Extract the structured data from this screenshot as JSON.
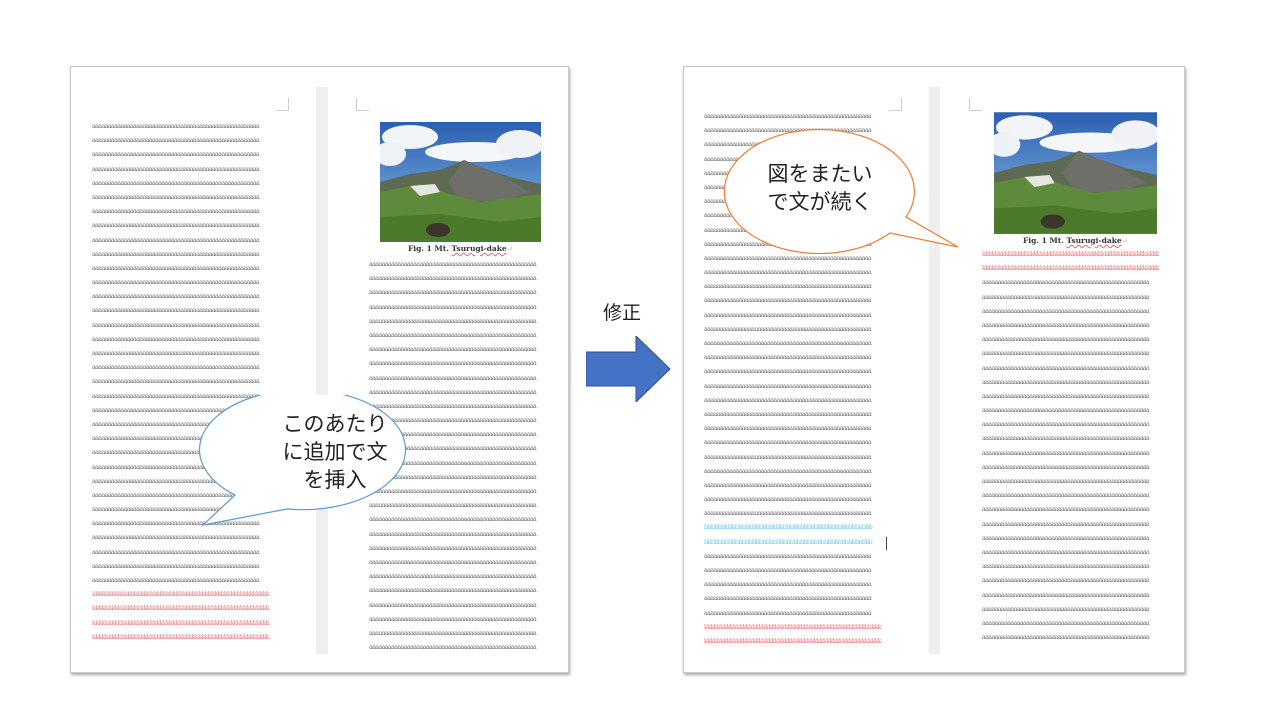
{
  "before": {
    "left_page": {
      "lines": [
        {
          "type": "a"
        },
        {
          "type": "a"
        },
        {
          "type": "a"
        },
        {
          "type": "a"
        },
        {
          "type": "a"
        },
        {
          "type": "a"
        },
        {
          "type": "a"
        },
        {
          "type": "a"
        },
        {
          "type": "a"
        },
        {
          "type": "a"
        },
        {
          "type": "a"
        },
        {
          "type": "a"
        },
        {
          "type": "a"
        },
        {
          "type": "a"
        },
        {
          "type": "a"
        },
        {
          "type": "a"
        },
        {
          "type": "a"
        },
        {
          "type": "a"
        },
        {
          "type": "a"
        },
        {
          "type": "a"
        },
        {
          "type": "a"
        },
        {
          "type": "a"
        },
        {
          "type": "a"
        },
        {
          "type": "a"
        },
        {
          "type": "a"
        },
        {
          "type": "a"
        },
        {
          "type": "a"
        },
        {
          "type": "a"
        },
        {
          "type": "a"
        },
        {
          "type": "a"
        },
        {
          "type": "a"
        },
        {
          "type": "a"
        },
        {
          "type": "a"
        },
        {
          "type": "k"
        },
        {
          "type": "k"
        },
        {
          "type": "k"
        },
        {
          "type": "k"
        }
      ]
    },
    "right_page": {
      "figure_caption_prefix": "Fig. 1 Mt. ",
      "figure_caption_underlined": "Tsurugi-dake",
      "figure_caption_mark": "↵",
      "line_count_a": 28
    },
    "callout": {
      "text_lines": [
        "このあたり",
        "に追加で文",
        "を挿入"
      ],
      "border_color": "#5b9bd5"
    }
  },
  "transition": {
    "label": "修正",
    "arrow_color": "#4472c4"
  },
  "after": {
    "left_page": {
      "line_sequence": [
        "a:29",
        "b:2",
        "a:5",
        "k:2"
      ]
    },
    "right_page": {
      "figure_caption_prefix": "Fig. 1 Mt. ",
      "figure_caption_underlined": "Tsurugi-dake",
      "figure_caption_mark": "↵",
      "line_sequence": [
        "k:2",
        "a:26"
      ]
    },
    "callout": {
      "text_lines": [
        "図をまたい",
        "で文が続く"
      ],
      "border_color": "#ed7d31"
    }
  },
  "text_patterns": {
    "a": "aaaaaaaaaaaaaaaaaaaaaaaaaaaaaaaaaaaaaaaaaaaaaaaaaaaaa",
    "k": "kkkkkkkkkkkkkkkkkkkkkkkkkkkkkkkkkkkkkkkkkkkkkkkkkkkkkkk",
    "b": "bbbbbbbbbbbbbbbbbbbbbbbbbbbbbbbbbbbbbbbbbbbbbbbbb"
  },
  "colors": {
    "text_gray": "#6a6a6a",
    "text_red": "#f0707a",
    "text_blue": "#6cc6ec"
  }
}
